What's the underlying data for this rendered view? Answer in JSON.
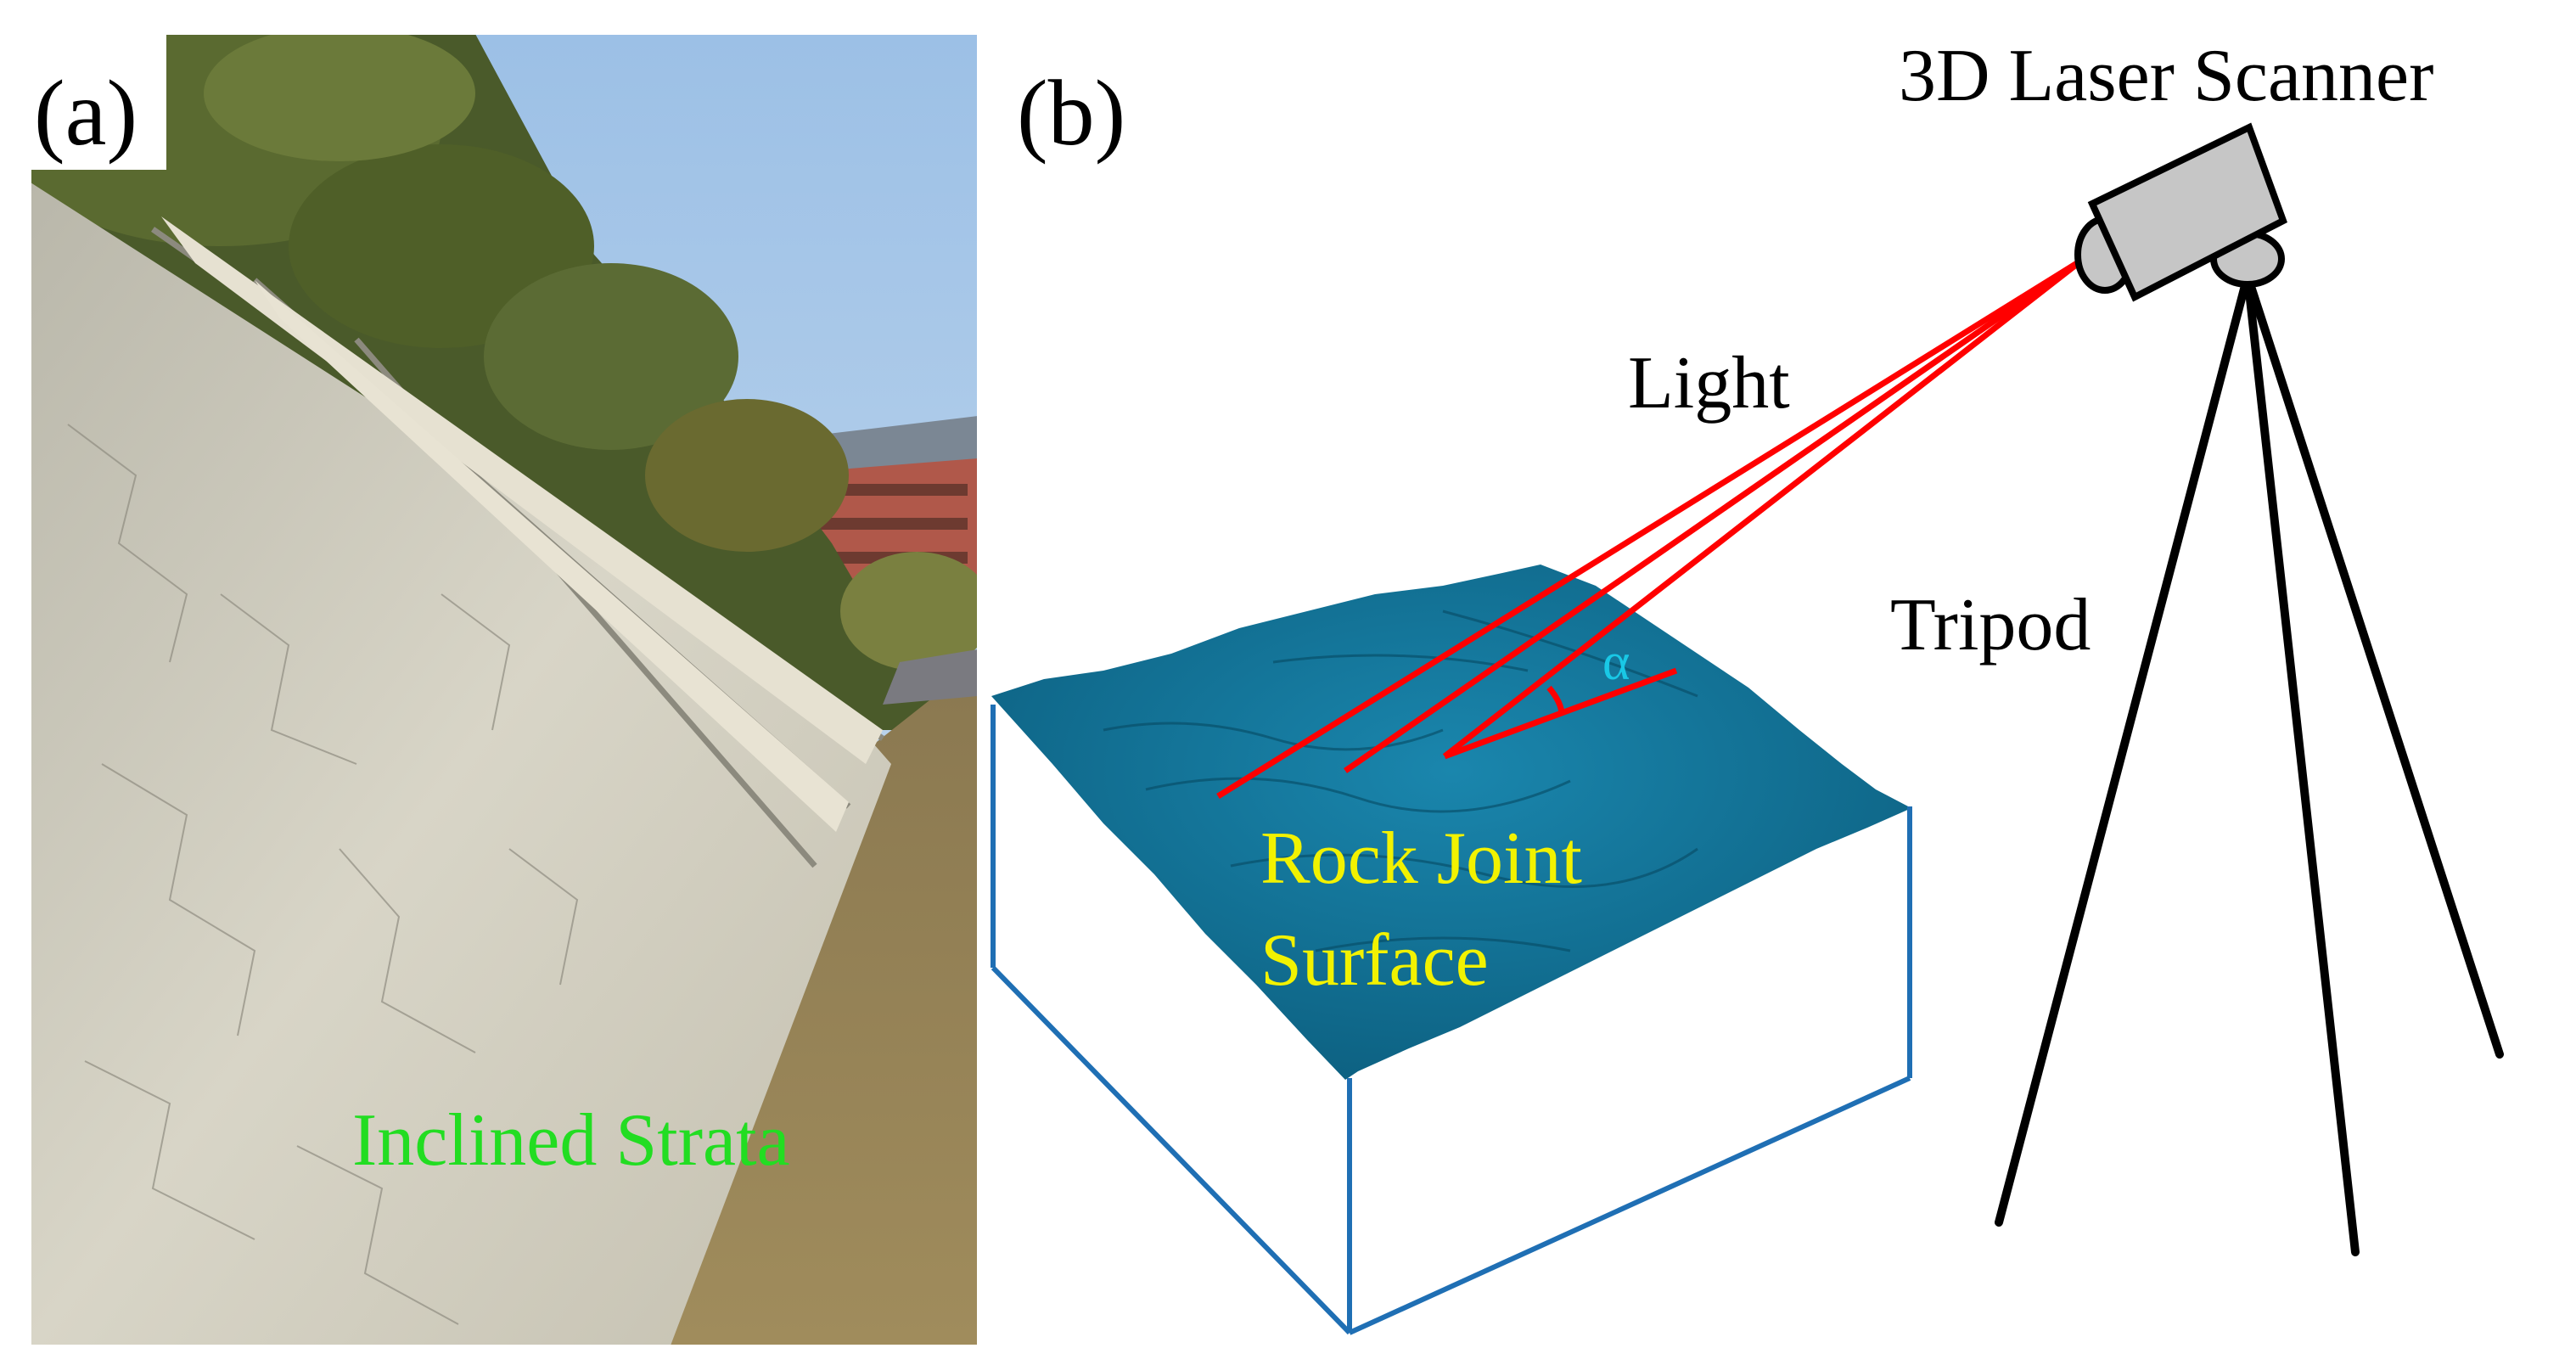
{
  "panel_a": {
    "label": "(a)",
    "annotation": "Inclined Strata",
    "annotation_color": "#22dd22"
  },
  "panel_b": {
    "label": "(b)",
    "scanner_label": "3D Laser Scanner",
    "light_label": "Light",
    "tripod_label": "Tripod",
    "angle_label": "α",
    "angle_color": "#19c8e6",
    "surface_label_line1": "Rock Joint",
    "surface_label_line2": "Surface",
    "surface_label_color": "#f2f200",
    "beam_color": "#ff0000",
    "box_edge_color": "#1f6fb4",
    "surface_color": "#0f6f94"
  }
}
